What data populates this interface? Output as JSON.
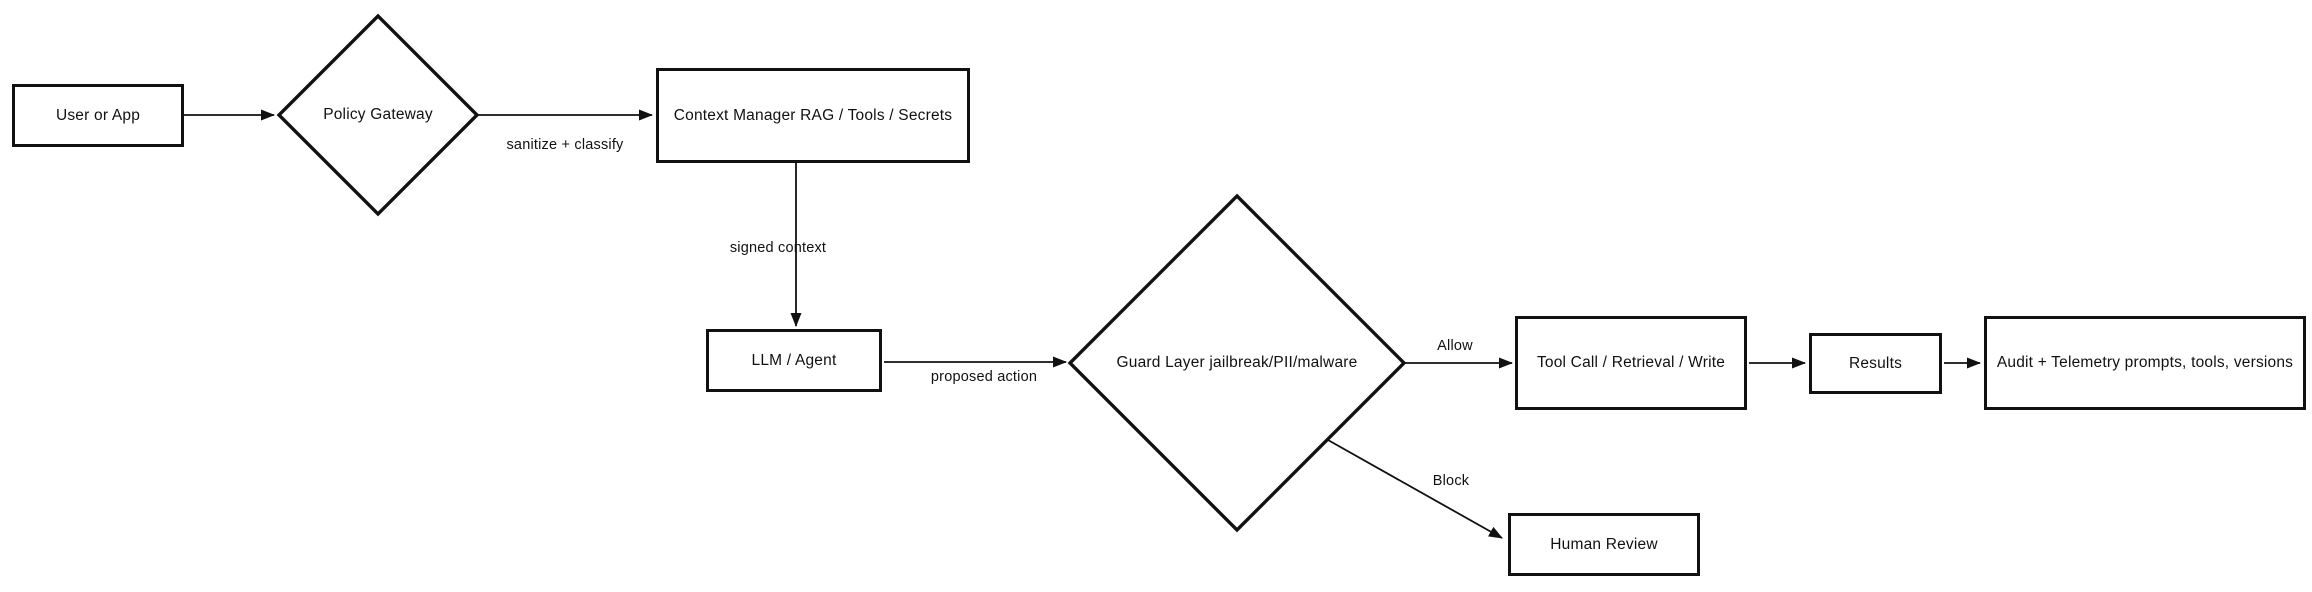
{
  "diagram": {
    "type": "flowchart",
    "colors": {
      "stroke": "#111111",
      "node_fill": "#ffffff",
      "background": "#ffffff",
      "text": "#111111"
    },
    "nodes": {
      "user": {
        "label": "User or App",
        "shape": "rectangle"
      },
      "policy": {
        "label": "Policy Gateway",
        "shape": "diamond"
      },
      "context": {
        "label": "Context Manager RAG / Tools / Secrets",
        "shape": "rectangle"
      },
      "llm": {
        "label": "LLM / Agent",
        "shape": "rectangle"
      },
      "guard": {
        "label": "Guard Layer jailbreak/PII/malware",
        "shape": "diamond"
      },
      "tool": {
        "label": "Tool Call / Retrieval / Write",
        "shape": "rectangle"
      },
      "results": {
        "label": "Results",
        "shape": "rectangle"
      },
      "audit": {
        "label": "Audit + Telemetry prompts, tools, versions",
        "shape": "rectangle"
      },
      "human": {
        "label": "Human Review",
        "shape": "rectangle"
      }
    },
    "edge_labels": {
      "sanitize": "sanitize + classify",
      "signed_context": "signed context",
      "proposed_action": "proposed action",
      "allow": "Allow",
      "block": "Block"
    },
    "edges": [
      {
        "from": "user",
        "to": "policy",
        "label": ""
      },
      {
        "from": "policy",
        "to": "context",
        "label": "sanitize + classify"
      },
      {
        "from": "context",
        "to": "llm",
        "label": "signed context"
      },
      {
        "from": "llm",
        "to": "guard",
        "label": "proposed action"
      },
      {
        "from": "guard",
        "to": "tool",
        "label": "Allow"
      },
      {
        "from": "tool",
        "to": "results",
        "label": ""
      },
      {
        "from": "results",
        "to": "audit",
        "label": ""
      },
      {
        "from": "guard",
        "to": "human",
        "label": "Block"
      }
    ]
  }
}
